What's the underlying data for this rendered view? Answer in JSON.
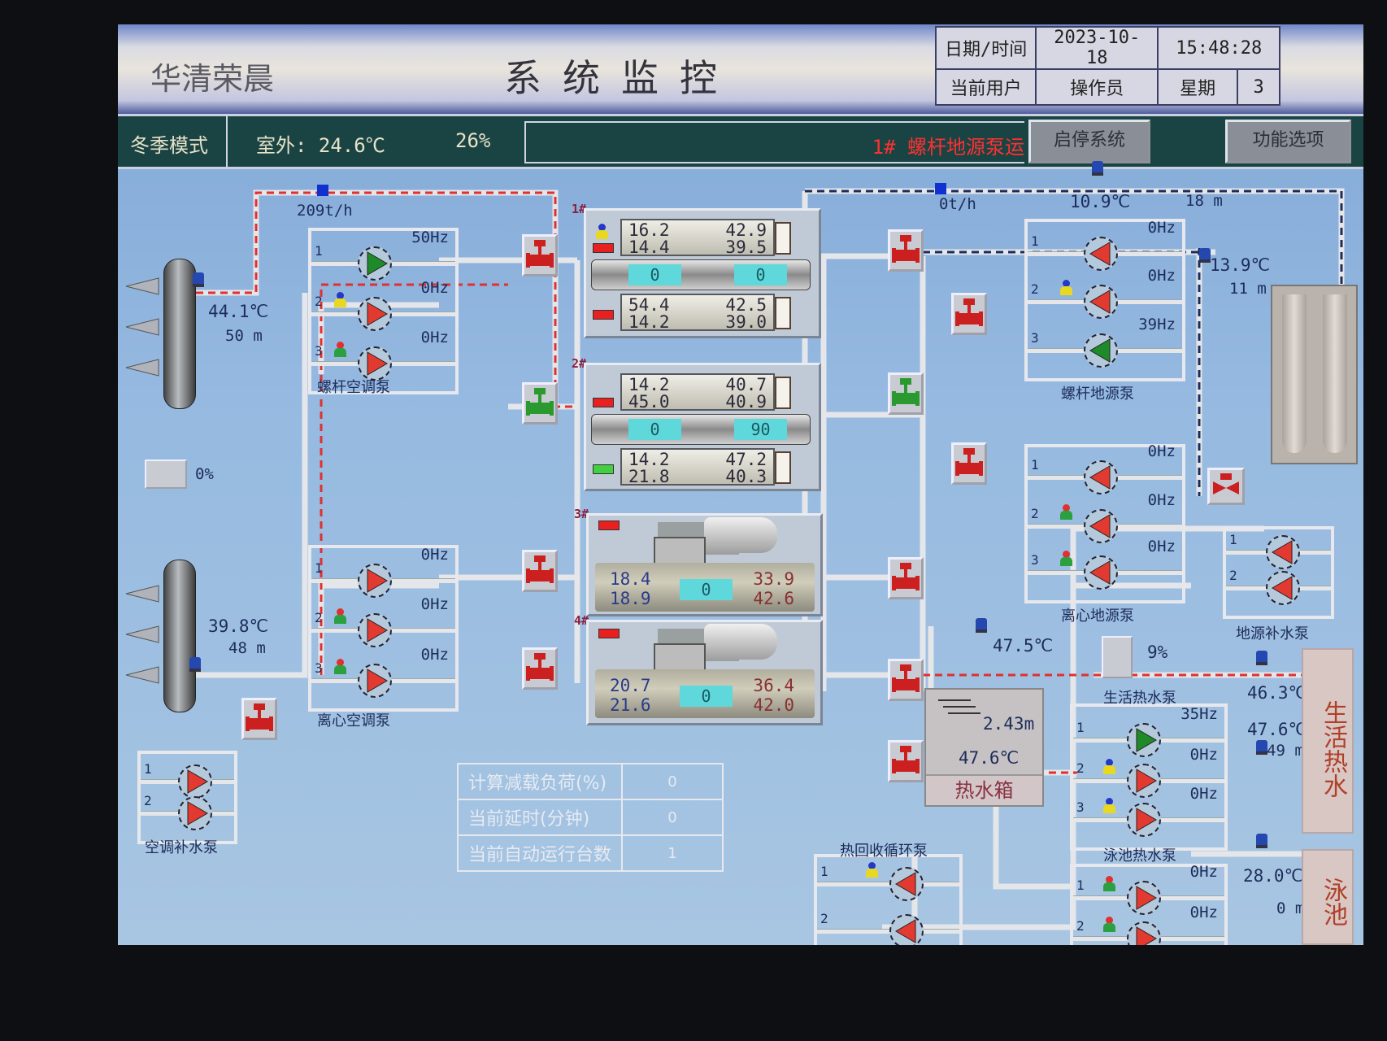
{
  "header": {
    "brand": "华清荣晨",
    "title": "系统监控",
    "datetime_label": "日期/时间",
    "date": "2023-10-18",
    "time": "15:48:28",
    "user_label": "当前用户",
    "user": "操作员",
    "weekday_label": "星期",
    "weekday": "3"
  },
  "statusbar": {
    "mode": "冬季模式",
    "outdoor": "室外: 24.6℃",
    "humidity": "26%",
    "message": "1# 螺杆地源泵运",
    "start_stop_button": "启停系统",
    "function_button": "功能选项"
  },
  "readings": {
    "ac_flow": "209t/h",
    "ac_supply_temp": "44.1℃",
    "ac_supply_pressure": "50 m",
    "bypass_valve": "0%",
    "ac_return_temp": "39.8℃",
    "ac_return_pressure": "48 m",
    "ground_flow": "0t/h",
    "ground_temp_1": "10.9℃",
    "ground_pressure_1": "18 m",
    "ground_temp_2": "13.9℃",
    "ground_pressure_2": "11 m",
    "heat_recovery_temp": "47.5℃",
    "hot_water_valve": "9%",
    "dhw_temp_1": "46.3℃",
    "dhw_temp_2": "47.6℃",
    "dhw_pressure": "49 m",
    "pool_temp": "28.0℃",
    "pool_level": "0 m"
  },
  "tank": {
    "level": "2.43m",
    "temp": "47.6℃",
    "label": "热水箱"
  },
  "side_boxes": {
    "dhw": "生活热水",
    "pool": "泳池"
  },
  "chillers": [
    {
      "id": "1#",
      "type": "screw",
      "top": [
        "16.2",
        "42.9",
        "14.4",
        "39.5"
      ],
      "bottom": [
        "54.4",
        "42.5",
        "14.2",
        "39.0"
      ],
      "loads": [
        "0",
        "0"
      ],
      "leds": [
        "red",
        "red"
      ],
      "person": "yellow"
    },
    {
      "id": "2#",
      "type": "screw",
      "top": [
        "14.2",
        "40.7",
        "45.0",
        "40.9"
      ],
      "bottom": [
        "14.2",
        "47.2",
        "21.8",
        "40.3"
      ],
      "loads": [
        "0",
        "90"
      ],
      "leds": [
        "red",
        "green"
      ],
      "person": null
    },
    {
      "id": "3#",
      "type": "centrifugal",
      "values": [
        "18.4",
        "33.9",
        "18.9",
        "42.6"
      ],
      "load": "0",
      "led": "red"
    },
    {
      "id": "4#",
      "type": "centrifugal",
      "values": [
        "20.7",
        "36.4",
        "21.6",
        "42.0"
      ],
      "load": "0",
      "led": "red"
    }
  ],
  "pump_groups": [
    {
      "id": "screw_ac",
      "label": "螺杆空调泵",
      "pumps": [
        {
          "n": "1",
          "hz": "50Hz",
          "state": "run",
          "person": null
        },
        {
          "n": "2",
          "hz": "0Hz",
          "state": "stop",
          "person": "yellow"
        },
        {
          "n": "3",
          "hz": "0Hz",
          "state": "stop",
          "person": "green"
        }
      ]
    },
    {
      "id": "centrifugal_ac",
      "label": "离心空调泵",
      "pumps": [
        {
          "n": "1",
          "hz": "0Hz",
          "state": "stop",
          "person": null
        },
        {
          "n": "2",
          "hz": "0Hz",
          "state": "stop",
          "person": "green"
        },
        {
          "n": "3",
          "hz": "0Hz",
          "state": "stop",
          "person": "green"
        }
      ]
    },
    {
      "id": "ac_makeup",
      "label": "空调补水泵",
      "pumps": [
        {
          "n": "1",
          "hz": "",
          "state": "stop",
          "person": null
        },
        {
          "n": "2",
          "hz": "",
          "state": "stop",
          "person": null
        }
      ]
    },
    {
      "id": "screw_ground",
      "label": "螺杆地源泵",
      "pumps": [
        {
          "n": "1",
          "hz": "0Hz",
          "state": "stop",
          "person": null
        },
        {
          "n": "2",
          "hz": "0Hz",
          "state": "stop",
          "person": "yellow"
        },
        {
          "n": "3",
          "hz": "39Hz",
          "state": "run",
          "person": null
        }
      ]
    },
    {
      "id": "centrifugal_ground",
      "label": "离心地源泵",
      "pumps": [
        {
          "n": "1",
          "hz": "0Hz",
          "state": "stop",
          "person": null
        },
        {
          "n": "2",
          "hz": "0Hz",
          "state": "stop",
          "person": "green"
        },
        {
          "n": "3",
          "hz": "0Hz",
          "state": "stop",
          "person": "green"
        }
      ]
    },
    {
      "id": "ground_makeup",
      "label": "地源补水泵",
      "pumps": [
        {
          "n": "1",
          "hz": "",
          "state": "stop",
          "person": null
        },
        {
          "n": "2",
          "hz": "",
          "state": "stop",
          "person": null
        }
      ]
    },
    {
      "id": "dhw",
      "label": "生活热水泵",
      "pumps": [
        {
          "n": "1",
          "hz": "35Hz",
          "state": "run",
          "person": null
        },
        {
          "n": "2",
          "hz": "0Hz",
          "state": "stop",
          "person": "yellow"
        },
        {
          "n": "3",
          "hz": "0Hz",
          "state": "stop",
          "person": "yellow"
        }
      ]
    },
    {
      "id": "pool",
      "label": "泳池热水泵",
      "pumps": [
        {
          "n": "1",
          "hz": "0Hz",
          "state": "stop",
          "person": "green"
        },
        {
          "n": "2",
          "hz": "0Hz",
          "state": "stop",
          "person": "green"
        }
      ]
    },
    {
      "id": "heat_recovery",
      "label": "热回收循环泵",
      "pumps": [
        {
          "n": "1",
          "hz": "",
          "state": "stop",
          "person": "yellow"
        },
        {
          "n": "2",
          "hz": "",
          "state": "stop",
          "person": null
        }
      ]
    }
  ],
  "valves": [
    {
      "state": "closed"
    },
    {
      "state": "open"
    },
    {
      "state": "closed"
    },
    {
      "state": "closed"
    },
    {
      "state": "closed"
    },
    {
      "state": "closed"
    },
    {
      "state": "open"
    },
    {
      "state": "closed"
    },
    {
      "state": "closed"
    },
    {
      "state": "closed"
    },
    {
      "state": "closed"
    },
    {
      "state": "closed"
    }
  ],
  "info_table": [
    {
      "label": "计算减载负荷(%)",
      "value": "0"
    },
    {
      "label": "当前延时(分钟)",
      "value": "0"
    },
    {
      "label": "当前自动运行台数",
      "value": "1"
    }
  ],
  "colors": {
    "run": "#1f8a2a",
    "stop": "#e23a30",
    "cyan": "#5fd8dc",
    "statusbar": "#1a4444",
    "alarm_text": "#ff3030"
  }
}
